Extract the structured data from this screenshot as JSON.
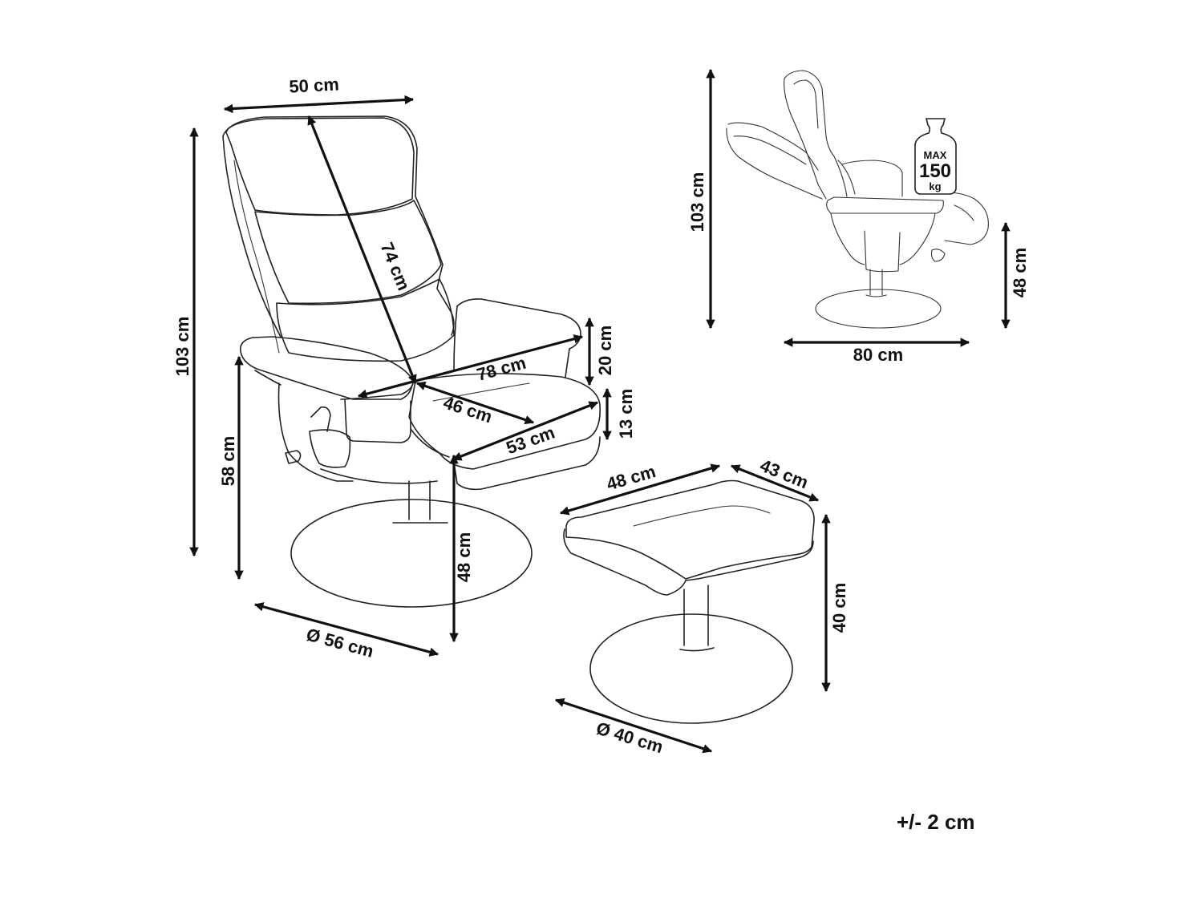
{
  "chair_front": {
    "width_label": "50 cm",
    "height_label": "103 cm",
    "backrest_label": "74 cm",
    "seat_width_label": "78 cm",
    "armrest_height_label": "20 cm",
    "seat_depth_label": "46 cm",
    "seat_thickness_label": "13 cm",
    "seat_length_label": "53 cm",
    "arm_floor_height_label": "58 cm",
    "seat_height_label": "48 cm",
    "base_diameter_label": "Ø 56 cm"
  },
  "ottoman": {
    "length_label": "48 cm",
    "depth_label": "43 cm",
    "height_label": "40 cm",
    "base_diameter_label": "Ø 40 cm"
  },
  "chair_reclined": {
    "height_label": "103 cm",
    "length_label": "80 cm",
    "seat_height_label": "48 cm",
    "max_weight": {
      "top": "MAX",
      "value": "150",
      "unit": "kg"
    }
  },
  "tolerance": "+/- 2 cm",
  "colors": {
    "line": "#111111",
    "background": "#ffffff"
  }
}
